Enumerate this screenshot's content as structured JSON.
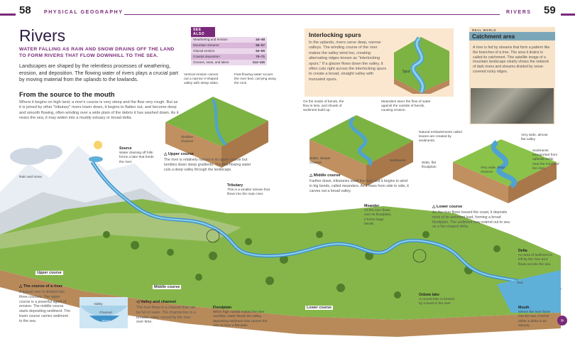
{
  "header": {
    "left_page": "58",
    "left_section": "PHYSICAL GEOGRAPHY",
    "right_section": "RIVERS",
    "right_page": "59"
  },
  "colors": {
    "accent": "#7a2a7a",
    "river": "#5fb0d8",
    "land": "#8bbf52",
    "box_bg": "#fbe7cf"
  },
  "main": {
    "title": "Rivers",
    "intro": "WATER FALLING AS RAIN AND SNOW DRAINS OFF THE LAND TO FORM RIVERS THAT FLOW DOWNHILL TO THE SEA.",
    "paragraph1": "Landscapes are shaped by the relentless processes of weathering, erosion, and deposition. The flowing water of rivers plays a crucial part by moving material from the uplands to the lowlands.",
    "heading2": "From the source to the mouth",
    "paragraph2": "Where it begins on high land, a river's course is very steep and the flow very rough. But as it is joined by other \"tributary\" rivers lower down, it begins to flatten out, and become deep and smooth flowing, often winding over a wide plain of the debris it has washed down. As it nears the sea, it may widen into a muddy estuary or broad delta."
  },
  "see_also": {
    "tag": "SEE ALSO",
    "items": [
      {
        "label": "Weathering and erosion",
        "pages": "44–46"
      },
      {
        "label": "Mountain streams",
        "pages": "56–57"
      },
      {
        "label": "Glacial erosion",
        "pages": "64–65"
      },
      {
        "label": "Coastal deposition",
        "pages": "70–71"
      },
      {
        "label": "Oceans, seas, and lakes",
        "pages": "114–115"
      }
    ]
  },
  "spurs": {
    "title": "Interlocking spurs",
    "text": "In the uplands, rivers carve deep, narrow valleys. The winding course of the river makes the valley wind too, creating alternating ridges known as \"interlocking spurs.\" If a glacier flows down the valley, it often cuts right across the interlocking spurs to create a broad, straight valley with truncated spurs.",
    "spur_label": "Spur"
  },
  "real_world": {
    "tag": "REAL WORLD",
    "title": "Catchment area",
    "text": "A river is fed by streams that form a pattern like the branches of a tree. The area it drains is called its catchment. This satellite image of a mountain landscape clearly shows the network of dark rivers and streams divided by snow-covered rocky ridges."
  },
  "labels": {
    "vertical_erosion": "Vertical erosion carves out a narrow V-shaped valley with steep sides.",
    "fast_water": "Fast-flowing water scours the river bed, carrying away the rock.",
    "shallow_channel": "Shallow channel",
    "inside_bends": "On the inside of bends, the flow is less, and shoals of sediment build up.",
    "meanders_steer": "Meanders steer the flow of water against the outside of bends, causing erosion.",
    "wider_channel": "Wider, deeper channel",
    "sediments": "Sediments",
    "embankments": "Natural embankments called levees are created by sediments.",
    "wide_flat_floodplain": "Wide, flat floodplain",
    "very_wide_deep": "Very wide, deep channel",
    "very_wide_flat": "Very wide, almost flat valley",
    "sediments_transported": "Sediments transported from uplands settle near the mouth of the river.",
    "rain_snow": "Rain and snow",
    "source_title": "Source",
    "source_text": "Water draining off hills forms a lake that feeds the river.",
    "tributary_title": "Tributary",
    "tributary_text": "This is a smaller stream that flows into the main river.",
    "meander_title": "Meander",
    "meander_text": "As the river flows over its floodplain, it forms large bends.",
    "delta_title": "Delta",
    "delta_text": "An area of sediment is left by the river as it flows out into the sea.",
    "sea": "Sea",
    "oxbow_title": "Oxbow lake",
    "oxbow_text": "A curved lake is formed by a bend in the river.",
    "mouth_title": "Mouth",
    "mouth_text": "Where the river flows into the sea, it forms either a delta or an estuary.",
    "floodplain_title": "Floodplain",
    "floodplain_text": "When high rainfall makes the river overflow, water floods the valley, depositing sediment that causes the river to form a flat plain.",
    "valley": "Valley",
    "channel": "Channel",
    "river": "River"
  },
  "courses": {
    "upper_title": "Upper course",
    "upper_text": "The river is relatively narrow in its upper course but tumbles down steep gradients. The fast-flowing water cuts a deep valley through the landscape.",
    "middle_title": "Middle course",
    "middle_text": "Farther down, tributaries swell the river and it begins to wind in big bends, called meanders. As it flows from side to side, it carves out a broad valley.",
    "lower_title": "Lower course",
    "lower_text": "As the river flows toward the coast, it deposits most of its sediment load, forming a broad floodplain. The sediment may extend out to sea as a fan-shaped delta.",
    "course_title": "The course of a river",
    "course_text": "A typical river is divided into three courses. The upper course is a powerful agent of erosion. The middle course starts depositing sediment. The lower course carries sediment to the sea.",
    "valley_title": "Valley and channel",
    "valley_text": "The river flows in a channel that can be full of water. The channel lies in a broader valley carved by the river over time.",
    "strip_upper": "Upper course",
    "strip_middle": "Middle course",
    "strip_lower": "Lower course"
  },
  "nav": {
    "next": "»"
  }
}
